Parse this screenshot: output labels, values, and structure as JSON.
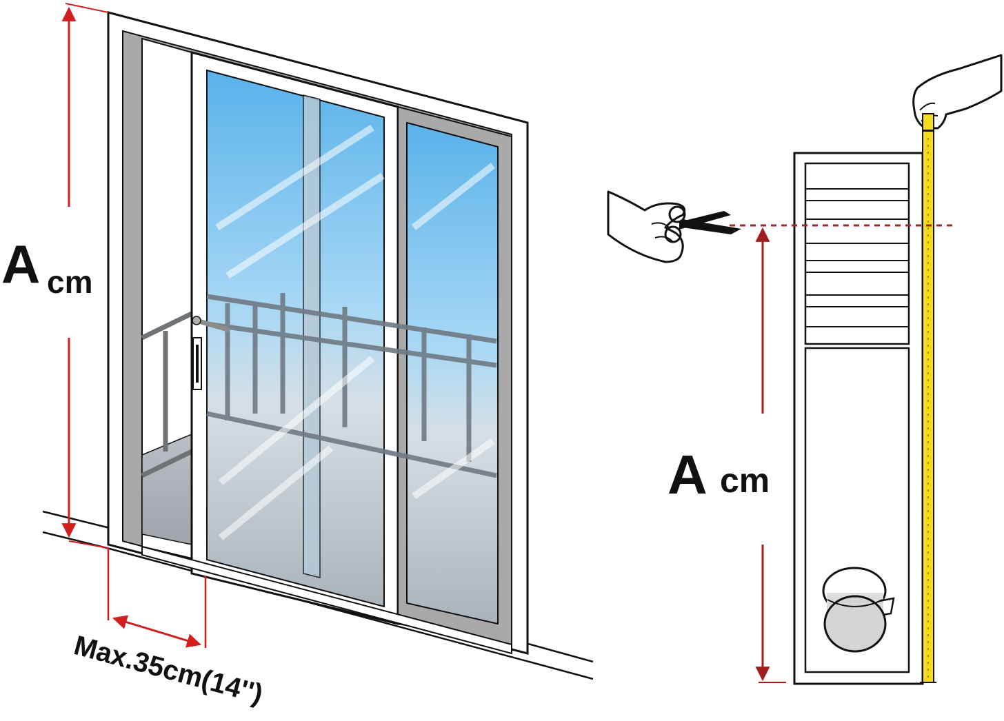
{
  "left_panel": {
    "height_label": {
      "letter": "A",
      "unit": "cm"
    },
    "width_label": "Max.35cm(14'')"
  },
  "right_panel": {
    "height_label": {
      "letter": "A",
      "unit": "cm"
    }
  },
  "colors": {
    "dimension_red": "#d11f1f",
    "cut_line_red": "#9b2a2a",
    "glass_blue": "#5fb6ea",
    "frame_gray": "#8c8c8c",
    "tape_yellow": "#f4dc1c",
    "outline": "#111111"
  },
  "icons": [
    "hand-holding-tape-icon",
    "hand-with-scissors-icon",
    "exhaust-hose-icon"
  ]
}
